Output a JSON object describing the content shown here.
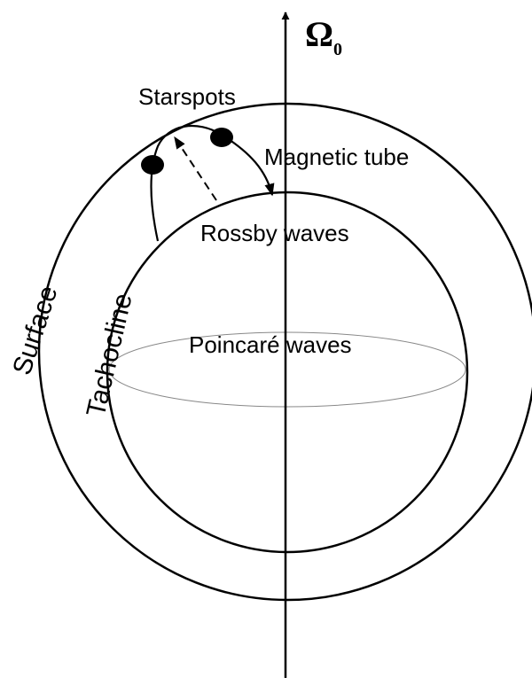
{
  "diagram": {
    "labels": {
      "omega": "Ω",
      "omega_subscript": "0",
      "starspots": "Starspots",
      "magnetic_tube": "Magnetic tube",
      "rossby_waves": "Rossby waves",
      "poincare_waves": "Poincaré waves",
      "surface": "Surface",
      "tachocline": "Tachocline"
    }
  }
}
